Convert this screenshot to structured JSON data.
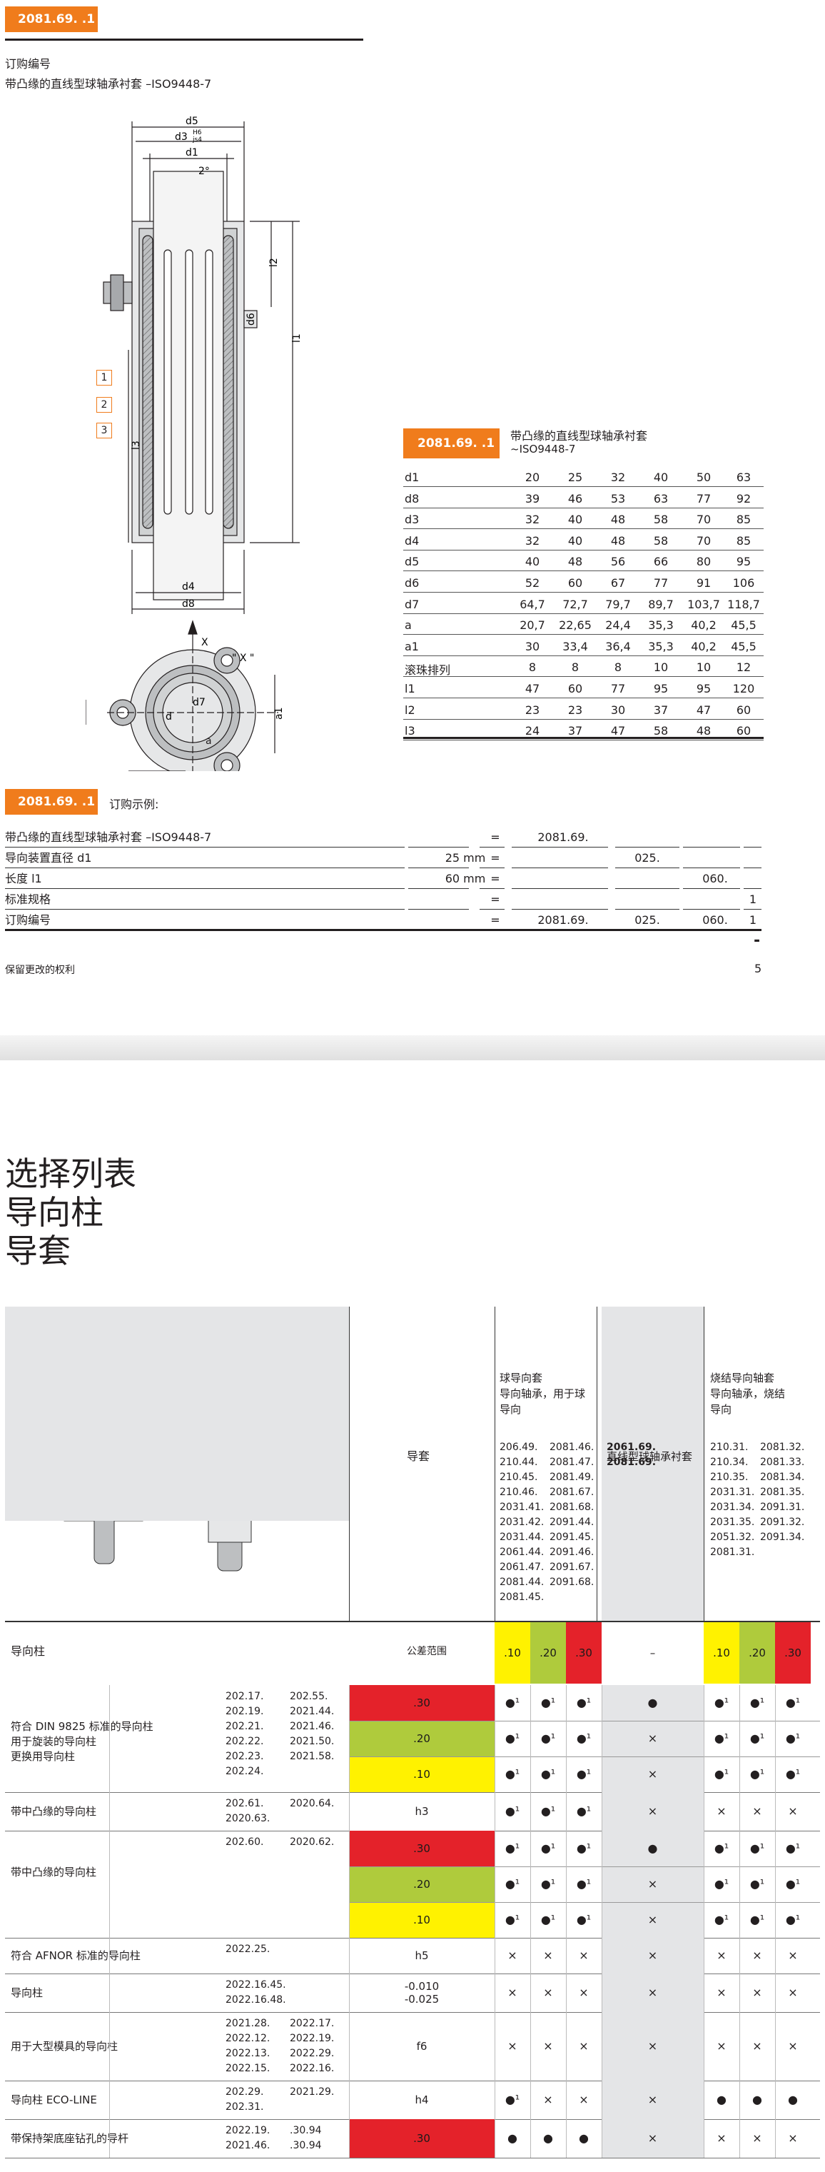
{
  "page1": {
    "tag": "2081.69. .1",
    "order_no_label": "订购编号",
    "product_title": "带凸缘的直线型球轴承衬套 –ISO9448-7",
    "callouts": [
      "1",
      "2",
      "3"
    ],
    "dim_labels": {
      "d5": "d5",
      "d3": "d3",
      "d3_tol_top": "H6",
      "d3_tol_bot": "js4",
      "d1": "d1",
      "angle": "2°",
      "l2": "l2",
      "l1": "l1",
      "l3": "l3",
      "d6": "d6",
      "d4": "d4",
      "d8": "d8",
      "x": "X",
      "x_ref": "\" X \"",
      "d7": "d7",
      "n13": "13",
      "a": "a",
      "a1": "a1",
      "dk": "d"
    },
    "spec_tag": "2081.69. .1",
    "spec_title": "带凸缘的直线型球轴承衬套",
    "spec_subtitle": "~ISO9448-7",
    "spec_rows": [
      {
        "sym": "d1",
        "vals": [
          "20",
          "25",
          "32",
          "40",
          "50",
          "63"
        ]
      },
      {
        "sym": "d8",
        "vals": [
          "39",
          "46",
          "53",
          "63",
          "77",
          "92"
        ]
      },
      {
        "sym": "d3",
        "vals": [
          "32",
          "40",
          "48",
          "58",
          "70",
          "85"
        ]
      },
      {
        "sym": "d4",
        "vals": [
          "32",
          "40",
          "48",
          "58",
          "70",
          "85"
        ]
      },
      {
        "sym": "d5",
        "vals": [
          "40",
          "48",
          "56",
          "66",
          "80",
          "95"
        ]
      },
      {
        "sym": "d6",
        "vals": [
          "52",
          "60",
          "67",
          "77",
          "91",
          "106"
        ]
      },
      {
        "sym": "d7",
        "vals": [
          "64,7",
          "72,7",
          "79,7",
          "89,7",
          "103,7",
          "118,7"
        ]
      },
      {
        "sym": "a",
        "vals": [
          "20,7",
          "22,65",
          "24,4",
          "35,3",
          "40,2",
          "45,5"
        ]
      },
      {
        "sym": "a1",
        "vals": [
          "30",
          "33,4",
          "36,4",
          "35,3",
          "40,2",
          "45,5"
        ]
      },
      {
        "sym": "滚珠排列",
        "vals": [
          "8",
          "8",
          "8",
          "10",
          "10",
          "12"
        ]
      },
      {
        "sym": "l1",
        "vals": [
          "47",
          "60",
          "77",
          "95",
          "95",
          "120"
        ]
      },
      {
        "sym": "l2",
        "vals": [
          "23",
          "23",
          "30",
          "37",
          "47",
          "60"
        ]
      },
      {
        "sym": "l3",
        "vals": [
          "24",
          "37",
          "47",
          "58",
          "48",
          "60"
        ]
      }
    ],
    "order_tag": "2081.69. .1",
    "order_example_label": "订购示例:",
    "order_rows": [
      {
        "label": "带凸缘的直线型球轴承衬套 –ISO9448-7",
        "val": "",
        "eq": "=",
        "c1": "2081.69.",
        "c2": "",
        "c3": "",
        "c4": ""
      },
      {
        "label": "导向装置直径 d1",
        "val": "25 mm",
        "eq": "=",
        "c1": "",
        "c2": "025.",
        "c3": "",
        "c4": ""
      },
      {
        "label": "长度 l1",
        "val": "60 mm",
        "eq": "=",
        "c1": "",
        "c2": "",
        "c3": "060.",
        "c4": ""
      },
      {
        "label": "标准规格",
        "val": "",
        "eq": "=",
        "c1": "",
        "c2": "",
        "c3": "",
        "c4": "1"
      },
      {
        "label": "订购编号",
        "val": "",
        "eq": "=",
        "c1": "2081.69.",
        "c2": "025.",
        "c3": "060.",
        "c4": "1"
      }
    ],
    "dash": "-",
    "rights": "保留更改的权利",
    "page_no": "5"
  },
  "page2": {
    "title_lines": [
      "选择列表",
      "导向柱",
      "导套"
    ],
    "col_guide_sleeve": "导套",
    "groups": [
      {
        "title": [
          "球导向套",
          "导向轴承，用于球",
          "导向"
        ],
        "codes": [
          [
            "206.49.",
            "2081.46."
          ],
          [
            "210.44.",
            "2081.47."
          ],
          [
            "210.45.",
            "2081.49."
          ],
          [
            "210.46.",
            "2081.67."
          ],
          [
            "2031.41.",
            "2081.68."
          ],
          [
            "2031.42.",
            "2091.44."
          ],
          [
            "2031.44.",
            "2091.45."
          ],
          [
            "2061.44.",
            "2091.46."
          ],
          [
            "2061.47.",
            "2091.67."
          ],
          [
            "2081.44.",
            "2091.68."
          ],
          [
            "2081.45.",
            ""
          ]
        ]
      },
      {
        "title": [
          "直线型球轴承衬套"
        ],
        "codes": [
          [
            "2061.69.",
            ""
          ],
          [
            "2081.69.",
            ""
          ]
        ]
      },
      {
        "title": [
          "烧结导向轴套",
          "导向轴承，烧结",
          "导向"
        ],
        "codes": [
          [
            "210.31.",
            "2081.32."
          ],
          [
            "210.34.",
            "2081.33."
          ],
          [
            "210.35.",
            "2081.34."
          ],
          [
            "2031.31.",
            "2081.35."
          ],
          [
            "2031.34.",
            "2091.31."
          ],
          [
            "2031.35.",
            "2091.32."
          ],
          [
            "2051.32.",
            "2091.34."
          ],
          [
            "2081.31.",
            ""
          ]
        ]
      }
    ],
    "header_row": {
      "label": "导向柱",
      "tol": "公差范围",
      "ball": [
        ".10",
        ".20",
        ".30"
      ],
      "lin": "–",
      "sint": [
        ".10",
        ".20",
        ".30"
      ]
    },
    "rows": [
      {
        "label": [
          "符合 DIN 9825 标准的导向柱",
          "用于旋装的导向柱",
          "更换用导向柱"
        ],
        "codes": [
          [
            "202.17.",
            "202.55."
          ],
          [
            "202.19.",
            "2021.44."
          ],
          [
            "202.21.",
            "2021.46."
          ],
          [
            "202.22.",
            "2021.50."
          ],
          [
            "202.23.",
            "2021.58."
          ],
          [
            "202.24.",
            ""
          ]
        ],
        "sub": [
          {
            "tol": ".30",
            "c": [
              "●¹",
              "●¹",
              "●¹",
              "●",
              "●¹",
              "●¹",
              "●¹"
            ]
          },
          {
            "tol": ".20",
            "c": [
              "●¹",
              "●¹",
              "●¹",
              "×",
              "●¹",
              "●¹",
              "●¹"
            ]
          },
          {
            "tol": ".10",
            "c": [
              "●¹",
              "●¹",
              "●¹",
              "×",
              "●¹",
              "●¹",
              "●¹"
            ]
          }
        ]
      },
      {
        "label": [
          "带中凸缘的导向柱"
        ],
        "codes": [
          [
            "202.61.",
            "2020.64."
          ],
          [
            "2020.63.",
            ""
          ]
        ],
        "sub": [
          {
            "tol": "h3",
            "c": [
              "●¹",
              "●¹",
              "●¹",
              "×",
              "×",
              "×",
              "×"
            ]
          }
        ]
      },
      {
        "label": [
          "带中凸缘的导向柱"
        ],
        "codes": [
          [
            "202.60.",
            "2020.62."
          ]
        ],
        "sub": [
          {
            "tol": ".30",
            "c": [
              "●¹",
              "●¹",
              "●¹",
              "●",
              "●¹",
              "●¹",
              "●¹"
            ]
          },
          {
            "tol": ".20",
            "c": [
              "●¹",
              "●¹",
              "●¹",
              "×",
              "●¹",
              "●¹",
              "●¹"
            ]
          },
          {
            "tol": ".10",
            "c": [
              "●¹",
              "●¹",
              "●¹",
              "×",
              "●¹",
              "●¹",
              "●¹"
            ]
          }
        ]
      },
      {
        "label": [
          "符合 AFNOR 标准的导向柱"
        ],
        "codes": [
          [
            "2022.25.",
            ""
          ]
        ],
        "sub": [
          {
            "tol": "h5",
            "c": [
              "×",
              "×",
              "×",
              "×",
              "×",
              "×",
              "×"
            ]
          }
        ]
      },
      {
        "label": [
          "导向柱"
        ],
        "codes": [
          [
            "2022.16.45.",
            ""
          ],
          [
            "2022.16.48.",
            ""
          ]
        ],
        "sub": [
          {
            "tol": "-0.010\n-0.025",
            "c": [
              "×",
              "×",
              "×",
              "×",
              "×",
              "×",
              "×"
            ]
          }
        ]
      },
      {
        "label": [
          "用于大型模具的导向柱"
        ],
        "codes": [
          [
            "2021.28.",
            "2022.17."
          ],
          [
            "2022.12.",
            "2022.19."
          ],
          [
            "2022.13.",
            "2022.29."
          ],
          [
            "2022.15.",
            "2022.16."
          ]
        ],
        "sub": [
          {
            "tol": "f6",
            "c": [
              "×",
              "×",
              "×",
              "×",
              "×",
              "×",
              "×"
            ]
          }
        ]
      },
      {
        "label": [
          "导向柱 ECO-LINE"
        ],
        "codes": [
          [
            "202.29.",
            "2021.29."
          ],
          [
            "202.31.",
            ""
          ]
        ],
        "sub": [
          {
            "tol": "h4",
            "c": [
              "●¹",
              "×",
              "×",
              "×",
              "●",
              "●",
              "●"
            ]
          }
        ]
      },
      {
        "label": [
          "带保持架底座钻孔的导杆"
        ],
        "codes": [
          [
            "2022.19.",
            ".30.94"
          ],
          [
            "2021.46.",
            ".30.94"
          ]
        ],
        "sub": [
          {
            "tol": ".30",
            "c": [
              "●",
              "●",
              "●",
              "×",
              "×",
              "×",
              "×"
            ]
          }
        ]
      }
    ]
  },
  "colors": {
    "orange": "#f07c1c",
    "red": "#e4222a",
    "green": "#afcb3c",
    "yellow": "#fff200",
    "gray": "#e4e5e7"
  }
}
